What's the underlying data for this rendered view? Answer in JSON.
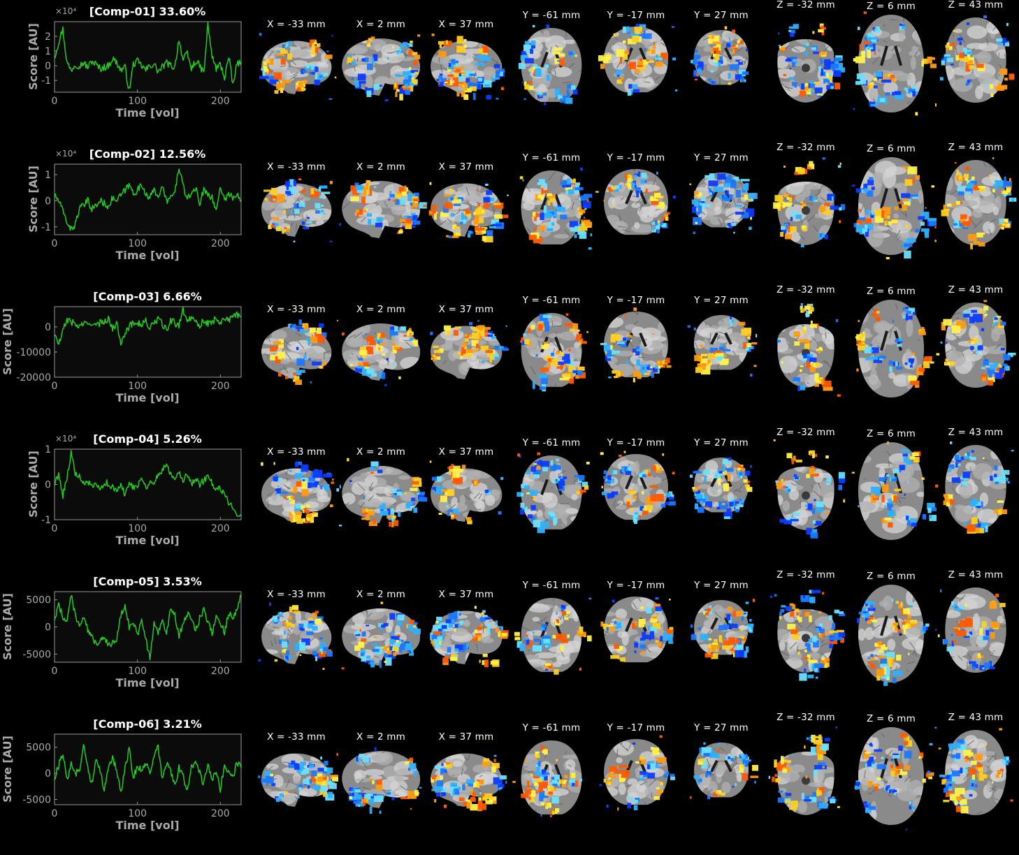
{
  "figure": {
    "background": "#000000",
    "trace_color": "#22cc22",
    "axis_color": "#999999",
    "label_color": "#aaaaaa",
    "positive_map_colors": [
      "#ff5a00",
      "#ff9a10",
      "#ffd020",
      "#fff24a"
    ],
    "negative_map_colors": [
      "#0a3cff",
      "#1a78ff",
      "#2fb0ff",
      "#6ae2ff"
    ],
    "slice_labels": [
      "X = -33 mm",
      "X = 2 mm",
      "X = 37 mm",
      "Y = -61 mm",
      "Y = -17 mm",
      "Y = 27 mm",
      "Z = -32 mm",
      "Z = 6 mm",
      "Z = 43 mm"
    ]
  },
  "chart_data": [
    {
      "type": "line",
      "title": "[Comp-01] 33.60%",
      "xlabel": "Time [vol]",
      "ylabel": "Score [AU]",
      "exponent": "×10⁴",
      "xlim": [
        0,
        225
      ],
      "ylim": [
        -1.8,
        3.0
      ],
      "xticks": [
        0,
        100,
        200
      ],
      "yticks": [
        2,
        1,
        0,
        -1
      ],
      "series": [
        {
          "x_step": 5,
          "values": [
            0.6,
            1.6,
            2.5,
            0.2,
            -0.3,
            0.1,
            0.0,
            0.2,
            -0.1,
            0.3,
            0.1,
            -0.2,
            -0.1,
            0.0,
            0.5,
            0.2,
            -0.3,
            -0.1,
            -1.7,
            0.1,
            0.3,
            0.0,
            -0.3,
            0.0,
            0.1,
            -0.4,
            -0.1,
            0.2,
            0.0,
            -0.1,
            1.8,
            0.4,
            0.8,
            -0.2,
            0.3,
            0.0,
            -0.5,
            2.8,
            0.6,
            -0.2,
            0.1,
            -0.8,
            0.6,
            -1.3,
            0.1,
            0.3
          ]
        }
      ]
    },
    {
      "type": "line",
      "title": "[Comp-02] 12.56%",
      "xlabel": "Time [vol]",
      "ylabel": "Score [AU]",
      "exponent": "×10⁴",
      "xlim": [
        0,
        225
      ],
      "ylim": [
        -1.3,
        1.4
      ],
      "xticks": [
        0,
        100,
        200
      ],
      "yticks": [
        1,
        0,
        -1
      ],
      "series": [
        {
          "x_step": 5,
          "values": [
            0.2,
            0.0,
            -0.4,
            -0.8,
            -1.1,
            -0.9,
            -0.3,
            -0.2,
            0.0,
            -0.3,
            -0.2,
            0.0,
            -0.1,
            -0.2,
            0.1,
            0.0,
            0.2,
            0.4,
            0.6,
            0.3,
            0.4,
            0.6,
            0.3,
            0.1,
            0.4,
            0.2,
            0.5,
            0.0,
            0.1,
            0.3,
            1.3,
            0.6,
            0.0,
            0.3,
            0.5,
            -0.1,
            0.4,
            0.3,
            0.1,
            -0.4,
            0.6,
            0.0,
            0.3,
            0.1,
            0.2,
            0.0
          ]
        }
      ]
    },
    {
      "type": "line",
      "title": "[Comp-03] 6.66%",
      "xlabel": "Time [vol]",
      "ylabel": "Score [AU]",
      "exponent": "",
      "xlim": [
        0,
        225
      ],
      "ylim": [
        -20000,
        8000
      ],
      "xticks": [
        0,
        100,
        200
      ],
      "yticks": [
        0,
        -10000,
        -20000
      ],
      "series": [
        {
          "x_step": 5,
          "values": [
            -3000,
            -7000,
            -2000,
            3000,
            2000,
            1000,
            0,
            1500,
            500,
            2000,
            0,
            1500,
            2500,
            3000,
            -500,
            1000,
            -6000,
            -2000,
            0,
            1500,
            2000,
            500,
            2500,
            -1000,
            2000,
            3000,
            1000,
            -1500,
            2500,
            1500,
            500,
            7000,
            2000,
            4000,
            3000,
            500,
            2500,
            1000,
            2000,
            3500,
            1500,
            4000,
            2500,
            3500,
            5000,
            4000
          ]
        }
      ]
    },
    {
      "type": "line",
      "title": "[Comp-04] 5.26%",
      "xlabel": "Time [vol]",
      "ylabel": "Score [AU]",
      "exponent": "×10⁴",
      "xlim": [
        0,
        225
      ],
      "ylim": [
        -1.0,
        1.0
      ],
      "xticks": [
        0,
        100,
        200
      ],
      "yticks": [
        1,
        0,
        -1
      ],
      "series": [
        {
          "x_step": 5,
          "values": [
            0.0,
            0.3,
            -0.3,
            0.2,
            0.9,
            0.3,
            0.2,
            0.0,
            0.1,
            -0.1,
            0.0,
            -0.2,
            0.1,
            0.0,
            -0.1,
            -0.2,
            0.0,
            -0.3,
            0.1,
            -0.1,
            0.0,
            0.2,
            -0.1,
            0.1,
            0.0,
            0.3,
            0.4,
            0.6,
            0.3,
            0.2,
            0.4,
            0.1,
            0.3,
            0.0,
            0.2,
            0.0,
            0.1,
            0.3,
            0.0,
            -0.2,
            -0.1,
            -0.3,
            -0.5,
            -0.6,
            -0.8,
            -0.9
          ]
        }
      ]
    },
    {
      "type": "line",
      "title": "[Comp-05] 3.53%",
      "xlabel": "Time [vol]",
      "ylabel": "Score [AU]",
      "exponent": "",
      "xlim": [
        0,
        225
      ],
      "ylim": [
        -6500,
        6500
      ],
      "xticks": [
        0,
        100,
        200
      ],
      "yticks": [
        5000,
        0,
        -5000
      ],
      "series": [
        {
          "x_step": 5,
          "values": [
            1500,
            4000,
            2000,
            1000,
            6000,
            2000,
            500,
            1500,
            -500,
            -2000,
            -3000,
            -2500,
            -1500,
            -3500,
            -3000,
            -2000,
            2000,
            4000,
            0,
            1000,
            -1500,
            1500,
            -2000,
            -6000,
            500,
            -1000,
            1500,
            -1000,
            3000,
            2000,
            -1500,
            500,
            2500,
            1000,
            -500,
            1500,
            3500,
            1000,
            -1000,
            2000,
            500,
            -1000,
            2500,
            1500,
            3500,
            6000
          ]
        }
      ]
    },
    {
      "type": "line",
      "title": "[Comp-06] 3.21%",
      "xlabel": "Time [vol]",
      "ylabel": "Score [AU]",
      "exponent": "",
      "xlim": [
        0,
        225
      ],
      "ylim": [
        -6000,
        7500
      ],
      "xticks": [
        0,
        100,
        200
      ],
      "yticks": [
        5000,
        0,
        -5000
      ],
      "series": [
        {
          "x_step": 5,
          "values": [
            -1000,
            1500,
            4000,
            -1500,
            2000,
            0,
            500,
            6000,
            1000,
            -2000,
            2500,
            500,
            -3000,
            1500,
            3000,
            500,
            -4000,
            1000,
            4500,
            -1000,
            1500,
            500,
            2000,
            0,
            3500,
            5000,
            -1500,
            2000,
            500,
            -2500,
            1000,
            -500,
            -3500,
            1000,
            2500,
            0,
            -2000,
            1500,
            -1500,
            500,
            -3000,
            1500,
            500,
            -1000,
            2000,
            1000
          ]
        }
      ]
    }
  ]
}
